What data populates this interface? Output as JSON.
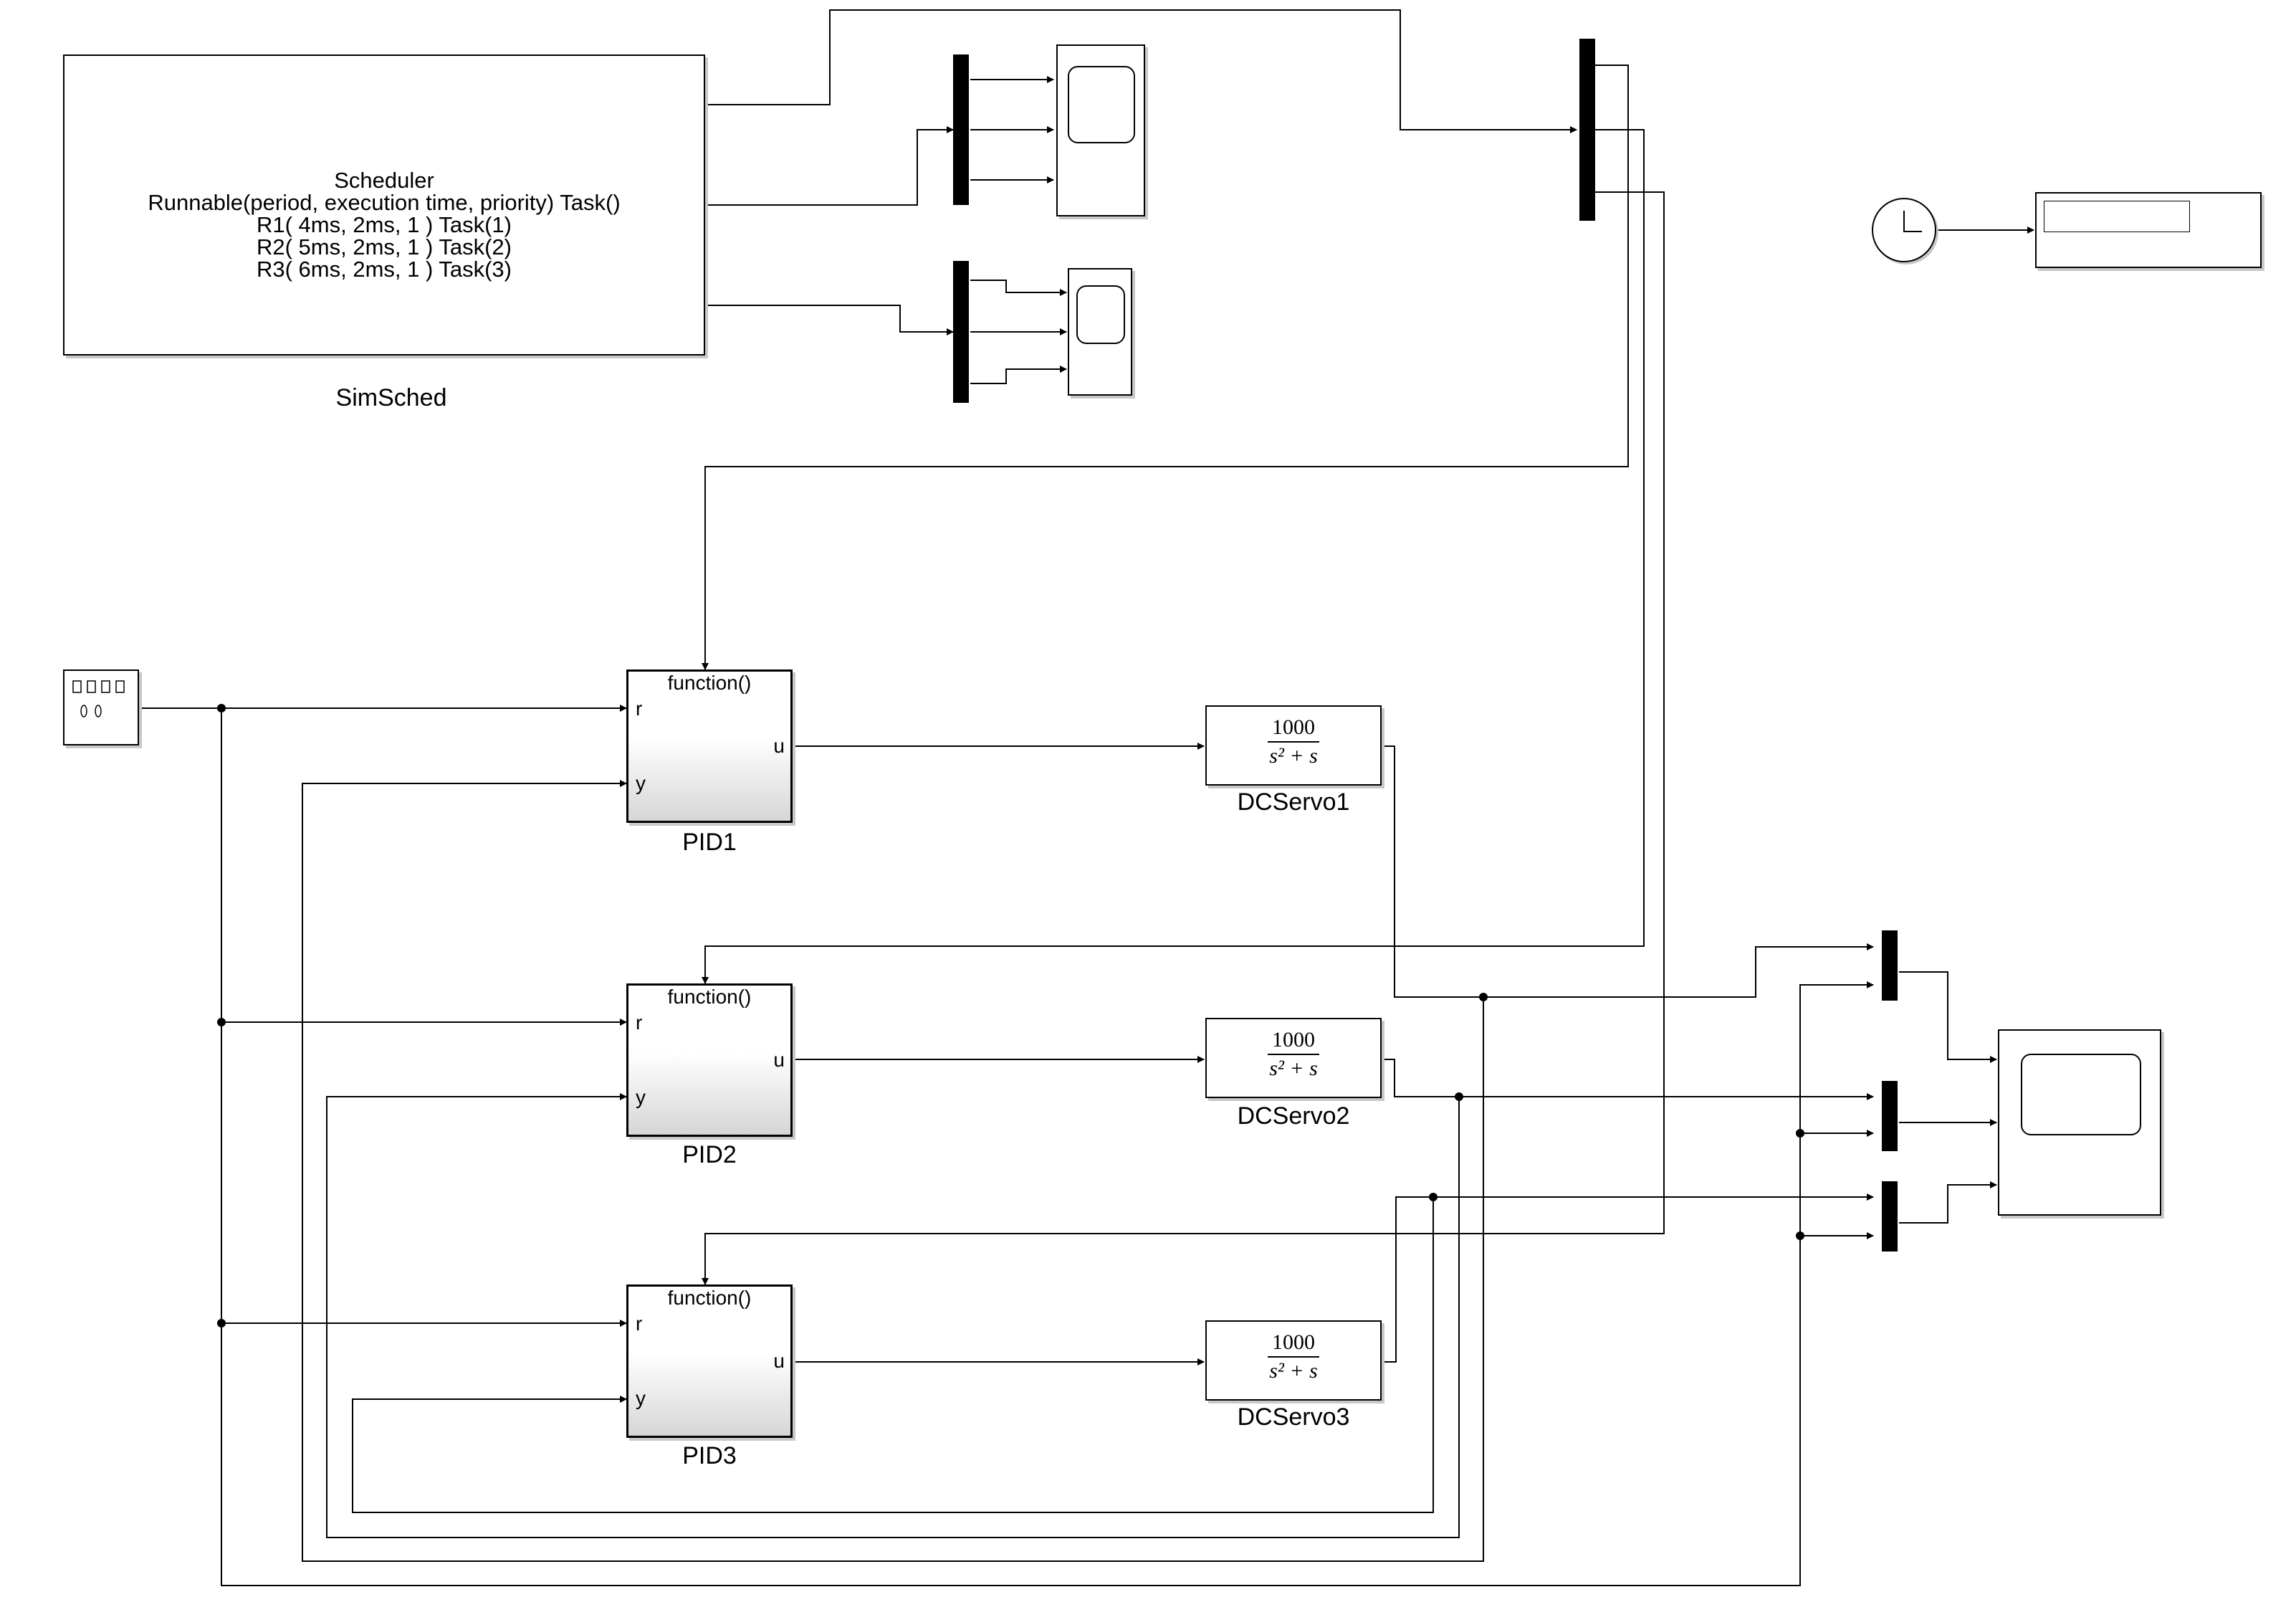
{
  "scheduler": {
    "lines": [
      "Scheduler",
      "Runnable(period, execution time, priority) Task()",
      "R1( 4ms, 2ms, 1 ) Task(1)",
      "R2( 5ms, 2ms, 1 ) Task(2)",
      "R3( 6ms, 2ms, 1 ) Task(3)"
    ],
    "name": "SimSched"
  },
  "controllers": [
    {
      "name": "PID1",
      "trigger_label": "function()",
      "in1": "r",
      "in2": "y",
      "out": "u"
    },
    {
      "name": "PID2",
      "trigger_label": "function()",
      "in1": "r",
      "in2": "y",
      "out": "u"
    },
    {
      "name": "PID3",
      "trigger_label": "function()",
      "in1": "r",
      "in2": "y",
      "out": "u"
    }
  ],
  "plants": [
    {
      "name": "DCServo1",
      "numerator": "1000",
      "denominator": "s² + s"
    },
    {
      "name": "DCServo2",
      "numerator": "1000",
      "denominator": "s² + s"
    },
    {
      "name": "DCServo3",
      "numerator": "1000",
      "denominator": "s² + s"
    }
  ],
  "colors": {
    "line": "#000000",
    "shadow": "#c8c8c8",
    "block_border": "#000000"
  }
}
